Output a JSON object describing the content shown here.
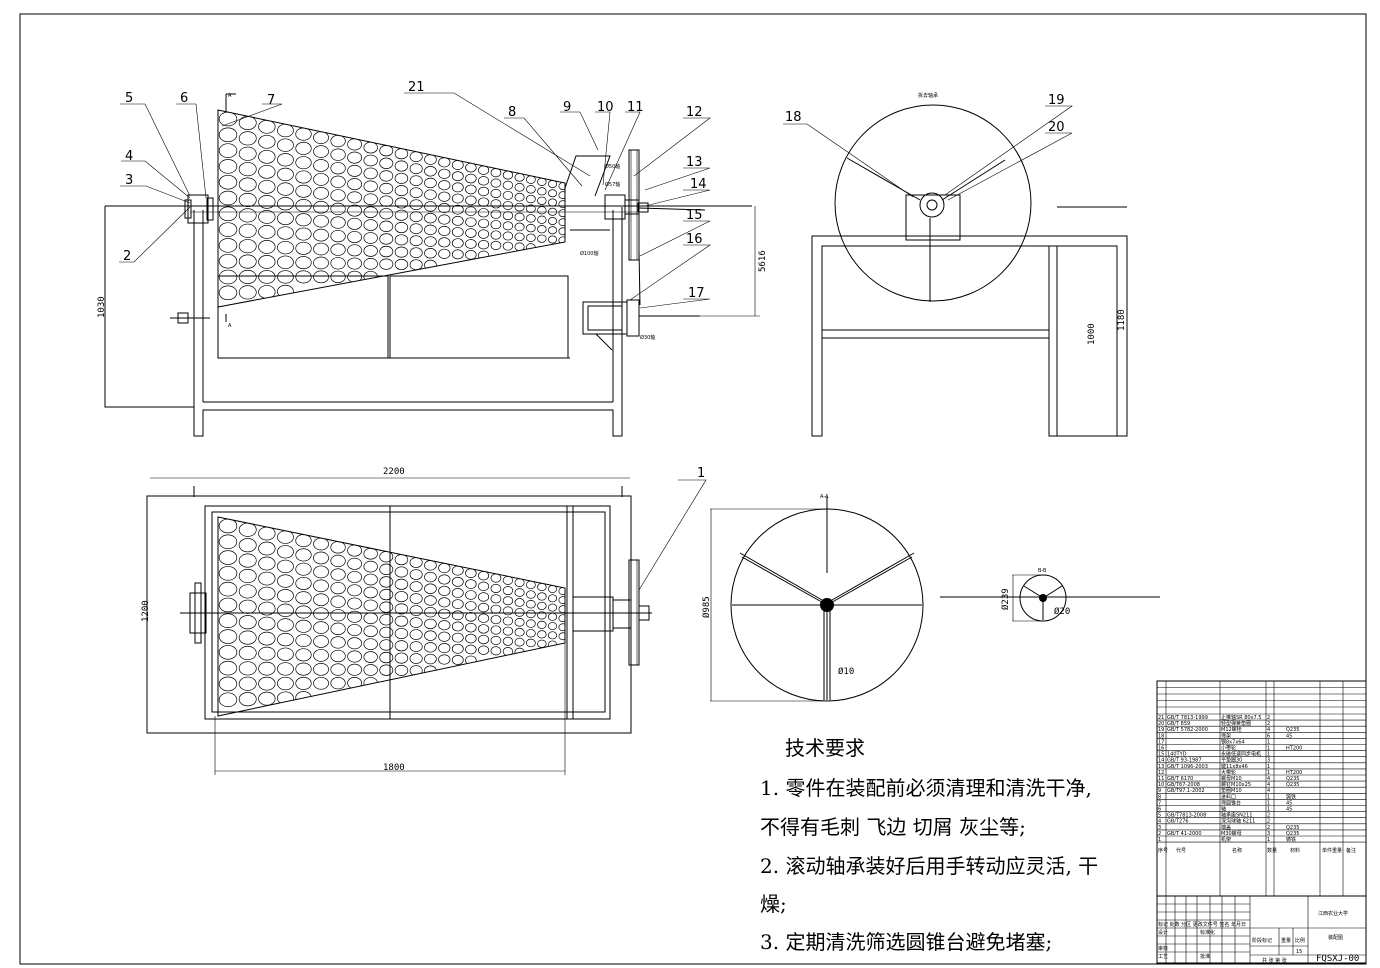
{
  "callouts": [
    "1",
    "2",
    "3",
    "4",
    "5",
    "6",
    "7",
    "8",
    "9",
    "10",
    "11",
    "12",
    "13",
    "14",
    "15",
    "16",
    "17",
    "18",
    "19",
    "20",
    "21"
  ],
  "section_marks": {
    "a": "A",
    "aa": "A-A",
    "bb": "B-B",
    "bearing_note": "拆去轴承"
  },
  "dimensions": {
    "h_1030": "1030",
    "h_5616": "5616",
    "h_1000": "1000",
    "h_1180": "1180",
    "w_2200": "2200",
    "h_1200": "1200",
    "w_1800": "1800",
    "d_985": "Ø985",
    "d_10": "Ø10",
    "d_239": "Ø239",
    "d_20": "Ø20",
    "d_50": "Ø50轴",
    "d_57": "Ø57轴",
    "d_100": "Ø100轴",
    "d_30": "Ø30轴"
  },
  "requirements": {
    "title": "技术要求",
    "line1": "1. 零件在装配前必须清理和清洗干净,",
    "line2": "不得有毛刺 飞边 切屑 灰尘等;",
    "line3": "2. 滚动轴承装好后用手转动应灵活, 干",
    "line4": "燥;",
    "line5": "3. 定期清洗筛选圆锥台避免堵塞;"
  },
  "bom": {
    "rows": [
      {
        "no": "21",
        "code": "GB/T 7813-1999",
        "name": "止推轴SR 80x7.5",
        "qty": "2",
        "mat": ""
      },
      {
        "no": "20",
        "code": "GB/T 859",
        "name": "轻型弹簧垫圈",
        "qty": "2",
        "mat": ""
      },
      {
        "no": "19",
        "code": "GB/T 5782-2000",
        "name": "M12螺栓",
        "qty": "4",
        "mat": "Q235"
      },
      {
        "no": "18",
        "code": "",
        "name": "筛架",
        "qty": "6",
        "mat": "45"
      },
      {
        "no": "17",
        "code": "",
        "name": "钢8x7x64",
        "qty": "1",
        "mat": ""
      },
      {
        "no": "16",
        "code": "",
        "name": "小带轮",
        "qty": "1",
        "mat": "HT200"
      },
      {
        "no": "15",
        "code": "140TYD",
        "name": "永磁低速同步电机",
        "qty": "1",
        "mat": ""
      },
      {
        "no": "14",
        "code": "GB/T 93-1987",
        "name": "平垫圈30",
        "qty": "3",
        "mat": ""
      },
      {
        "no": "13",
        "code": "GB/T 1096-2003",
        "name": "键11x8x46",
        "qty": "1",
        "mat": ""
      },
      {
        "no": "12",
        "code": "",
        "name": "大带轮",
        "qty": "1",
        "mat": "HT200"
      },
      {
        "no": "11",
        "code": "GB/T 6170",
        "name": "螺母M10",
        "qty": "4",
        "mat": "Q235"
      },
      {
        "no": "10",
        "code": "GB/T67-2008",
        "name": "螺钉M10x25",
        "qty": "4",
        "mat": "Q235"
      },
      {
        "no": "9",
        "code": "GB/T97.1-2002",
        "name": "垫圈M10",
        "qty": "4",
        "mat": ""
      },
      {
        "no": "8",
        "code": "",
        "name": "进料口",
        "qty": "1",
        "mat": "铸铁"
      },
      {
        "no": "7",
        "code": "",
        "name": "筛圆锥台",
        "qty": "1",
        "mat": "45"
      },
      {
        "no": "6",
        "code": "",
        "name": "轴",
        "qty": "1",
        "mat": "45"
      },
      {
        "no": "5",
        "code": "GB/T7813-2008",
        "name": "轴承座SN211",
        "qty": "2",
        "mat": ""
      },
      {
        "no": "4",
        "code": "GB/T276",
        "name": "深沟球轴 6211",
        "qty": "2",
        "mat": ""
      },
      {
        "no": "3",
        "code": "",
        "name": "端盖",
        "qty": "2",
        "mat": "Q235"
      },
      {
        "no": "2",
        "code": "GB/T 41-2000",
        "name": "M30螺母",
        "qty": "3",
        "mat": "Q235"
      },
      {
        "no": "1",
        "code": "",
        "name": "机架",
        "qty": "1",
        "mat": "铸铁"
      }
    ],
    "header": {
      "no": "序号",
      "code": "代号",
      "name": "名称",
      "qty": "数量",
      "mat": "材料",
      "weight": "单件重量",
      "note": "备注"
    },
    "school": "江西农业大学",
    "drawing_name": "装配图",
    "scale_value": "15",
    "code": "FQSXJ-00",
    "stage": "阶段标记",
    "weight": "重量",
    "scale": "比例",
    "sheets": "共 张 第 张",
    "sign_row": "标记 处数 分区 更改文件号 签名 年月日",
    "design": "设计",
    "standard": "标准化",
    "review": "审核",
    "process": "工艺",
    "approve": "批准"
  },
  "colors": {
    "ink": "#000000",
    "paper": "#ffffff"
  }
}
